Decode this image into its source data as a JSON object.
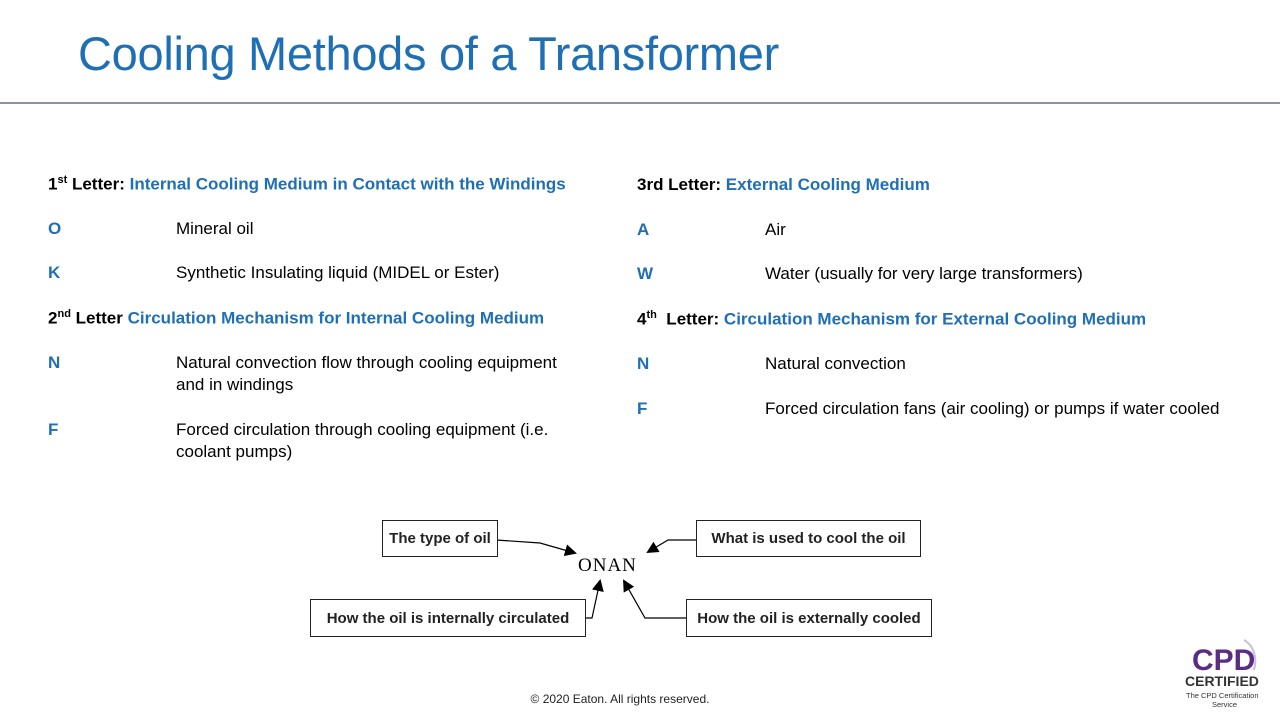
{
  "title": "Cooling Methods of a Transformer",
  "left": {
    "h1": {
      "lead": "1",
      "sup": "st",
      "rest": " Letter: ",
      "blue": "Internal Cooling Medium in Contact with the Windings"
    },
    "h1_items": [
      {
        "code": "O",
        "desc": "Mineral oil"
      },
      {
        "code": "K",
        "desc": "Synthetic Insulating liquid (MIDEL or Ester)"
      }
    ],
    "h2": {
      "lead": "2",
      "sup": "nd",
      "rest": " Letter ",
      "blue": "Circulation Mechanism for Internal Cooling Medium"
    },
    "h2_items": [
      {
        "code": "N",
        "desc1": "Natural convection flow through cooling equipment",
        "desc2": "and in windings"
      },
      {
        "code": "F",
        "desc1": "Forced circulation through cooling equipment (i.e.",
        "desc2": "coolant pumps)"
      }
    ]
  },
  "right": {
    "h3": {
      "lead": "3rd Letter: ",
      "blue": "External Cooling Medium"
    },
    "h3_items": [
      {
        "code": "A",
        "desc": "Air"
      },
      {
        "code": "W",
        "desc": "Water (usually for very large transformers)"
      }
    ],
    "h4": {
      "lead": "4",
      "sup": "th",
      "rest": "  Letter: ",
      "blue": "Circulation Mechanism for External Cooling Medium"
    },
    "h4_items": [
      {
        "code": "N",
        "desc": "Natural convection"
      },
      {
        "code": "F",
        "desc": "Forced circulation fans (air cooling) or pumps if water cooled"
      }
    ]
  },
  "diagram": {
    "center": "ONAN",
    "top_left": "The type of oil",
    "top_right": "What is used to cool the oil",
    "bottom_left": "How the oil is internally circulated",
    "bottom_right": "How the oil is externally cooled"
  },
  "footer": "© 2020 Eaton. All rights reserved.",
  "logo": {
    "line1": "CPD",
    "line2": "CERTIFIED",
    "line3": "The CPD Certification",
    "line4": "Service"
  },
  "colors": {
    "accent": "#1f6fb5",
    "logo_purple": "#5a2d82"
  }
}
